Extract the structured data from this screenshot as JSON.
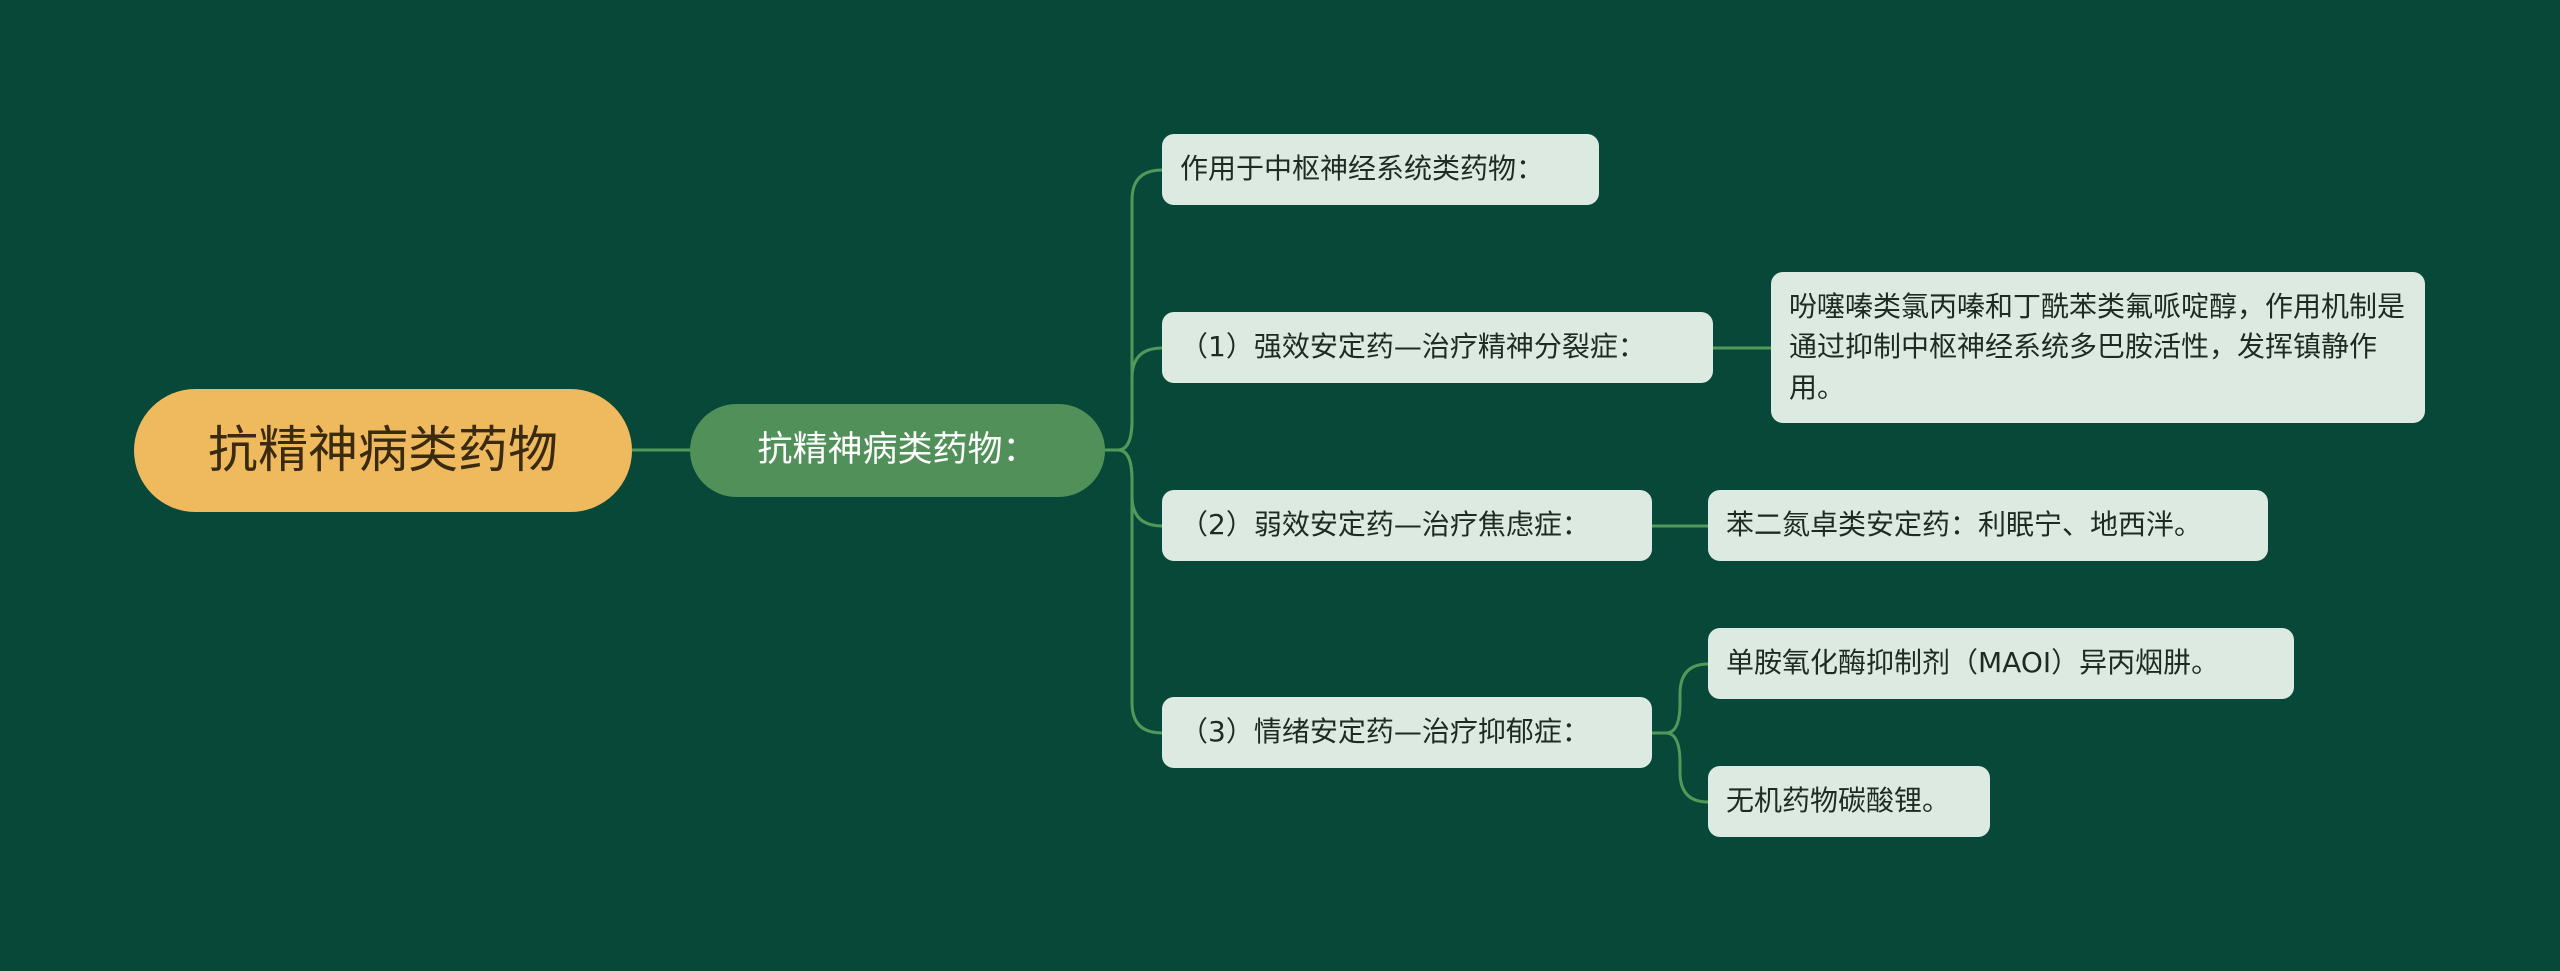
{
  "root": {
    "label": "抗精神病类药物"
  },
  "sub": {
    "label": "抗精神病类药物："
  },
  "branches": [
    {
      "label": "作用于中枢神经系统类药物："
    },
    {
      "label": "（1）强效安定药—治疗精神分裂症："
    },
    {
      "label": "（2）弱效安定药—治疗焦虑症："
    },
    {
      "label": "（3）情绪安定药—治疗抑郁症："
    }
  ],
  "details": [
    {
      "label": "吩噻嗪类氯丙嗪和丁酰苯类氟哌啶醇，作用机制是通过抑制中枢神经系统多巴胺活性，发挥镇静作用。"
    },
    {
      "label": "苯二氮卓类安定药：利眠宁、地西泮。"
    },
    {
      "label": "单胺氧化酶抑制剂（MAOI）异丙烟肼。"
    },
    {
      "label": "无机药物碳酸锂。"
    }
  ],
  "colors": {
    "background": "#074838",
    "root_fill": "#efb95d",
    "sub_fill": "#519159",
    "leaf_fill": "#ddeae1",
    "connector": "#4f9a5a"
  }
}
